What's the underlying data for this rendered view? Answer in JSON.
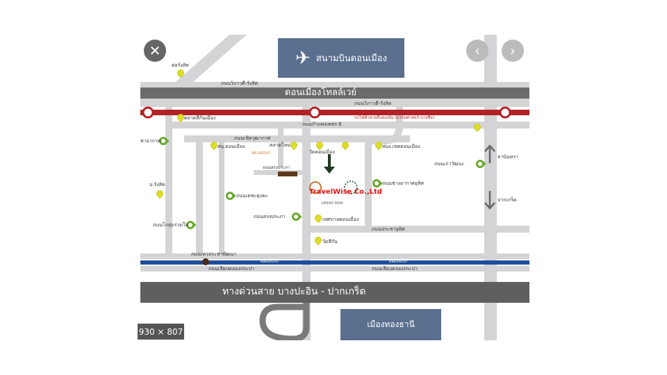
{
  "controls": {
    "close": "✕",
    "prev": "‹",
    "next": "›",
    "size_badge": "930 × 807"
  },
  "watermark": "TravelWise Co.,Ltd",
  "map": {
    "airport": "สนามบินดอนเมือง",
    "tollway": "ดอนเมืองโทลล์เวย์",
    "expressway": "ทางด่วนสาย บางปะอิน - ปากเกร็ด",
    "muang_thong": "เมืองทองธานี",
    "vibhavadi_1": "ถนนวิภาวดี-รังสิต",
    "vibhavadi_2": "ถนนวิภาวดี-รังสิต",
    "red_line": "รถไฟฟ้าสายสีแดงเข้ม (ธรรมศาสตร์-บางซื่อ)",
    "kamphaeng": "ถนนกำแพงเพชร 6",
    "market": "ตลาดสีกันเมือง",
    "to_rangsit": "ต่อรังสิต",
    "airport_pin": "ท่าอากาศ",
    "cherdwut": "ถนนเชิดวุฒากาศ",
    "police": "สน.ดอนเมือง",
    "new_market": "ตลาดใหม่",
    "wat_donmuang": "วัดดอนเมือง",
    "district": "สนง.เขตดอนเมือง",
    "an_group": "AN GROUP",
    "songprapa_small": "ถนนสรงประภา",
    "rangsit_pin": "บ.รังสิต",
    "decha": "ถนนเดชะตุงคะ",
    "chang_akat": "ถนนช่างอากาศอุทิศ",
    "songprapa": "ถนนสรงประภา",
    "kosum": "ถนนโกสุมร่วมใจ",
    "municipality": "เทศบาลดอนเมือง",
    "pracha_uthit": "ถนนประชาอุทิศ",
    "wat_sikan": "วัดสีกัน",
    "thewa": "ถนนเทวประชาพัฒนา",
    "canal_1": "คลองประปา",
    "canal_2": "คลองประปา",
    "liap_1": "ถนนเลียบคลองประปา",
    "liap_2": "ถนนเลียบคลองประปา",
    "kaeo": "ถนนเก่าวัฒนะ",
    "up_dir": "ธานินทรา",
    "down_dir": "ปากเกร็ด",
    "project": "URBAN PARK"
  }
}
